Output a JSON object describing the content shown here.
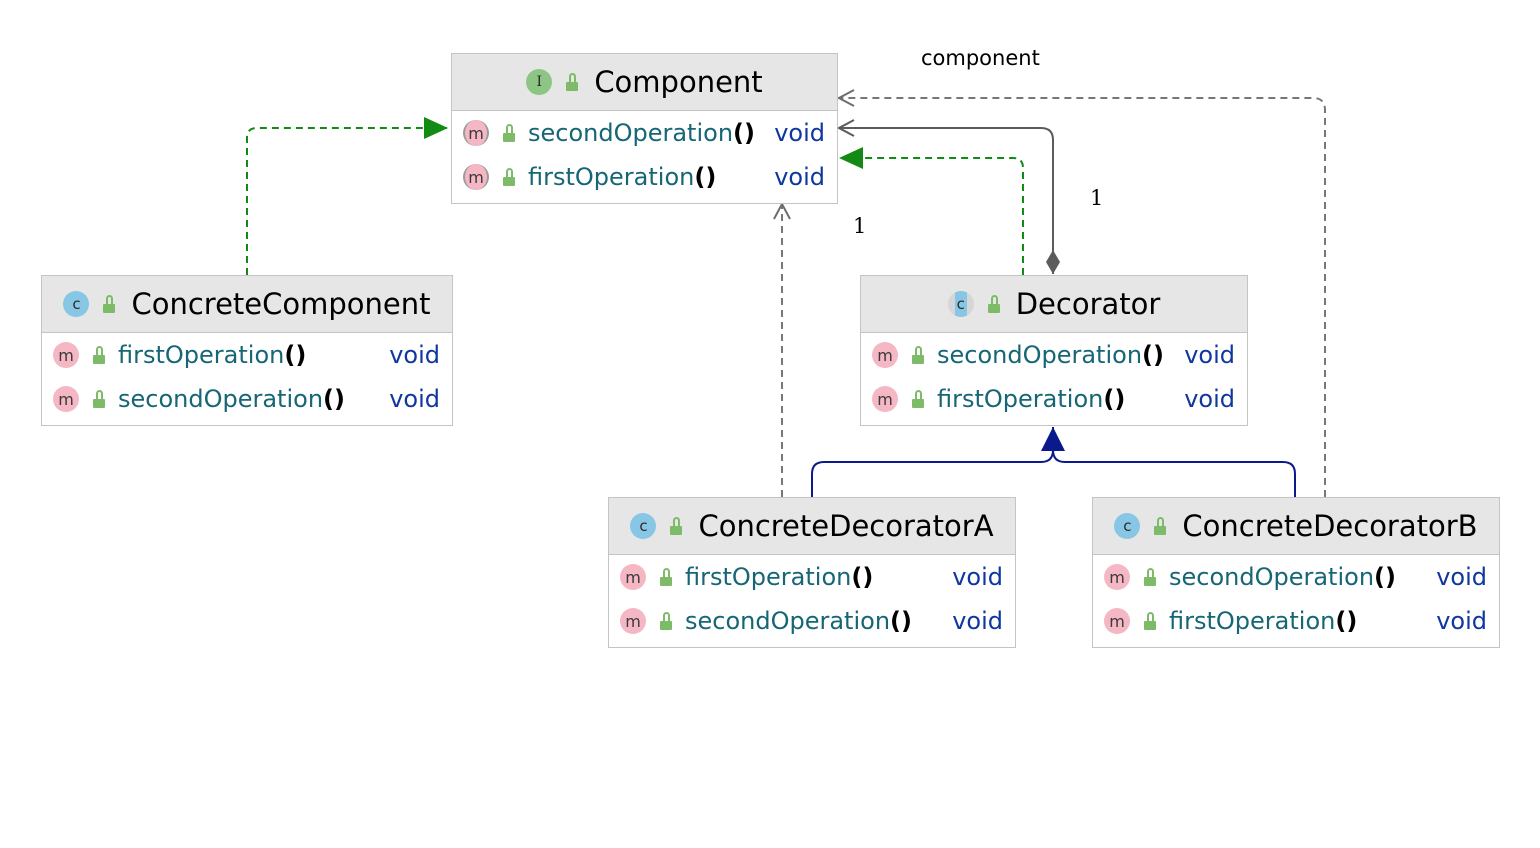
{
  "diagram": {
    "nodes": {
      "component": {
        "kind": "interface",
        "kind_letter": "I",
        "title": "Component",
        "methods": [
          {
            "name": "secondOperation",
            "parens": "()",
            "ret": "void",
            "abstract": true
          },
          {
            "name": "firstOperation",
            "parens": "()",
            "ret": "void",
            "abstract": true
          }
        ]
      },
      "concrete_component": {
        "kind": "class",
        "kind_letter": "C",
        "title": "ConcreteComponent",
        "methods": [
          {
            "name": "firstOperation",
            "parens": "()",
            "ret": "void"
          },
          {
            "name": "secondOperation",
            "parens": "()",
            "ret": "void"
          }
        ]
      },
      "decorator": {
        "kind": "abstract-class",
        "kind_letter": "C",
        "title": "Decorator",
        "methods": [
          {
            "name": "secondOperation",
            "parens": "()",
            "ret": "void"
          },
          {
            "name": "firstOperation",
            "parens": "()",
            "ret": "void"
          }
        ]
      },
      "concrete_decorator_a": {
        "kind": "class",
        "kind_letter": "C",
        "title": "ConcreteDecoratorA",
        "methods": [
          {
            "name": "firstOperation",
            "parens": "()",
            "ret": "void"
          },
          {
            "name": "secondOperation",
            "parens": "()",
            "ret": "void"
          }
        ]
      },
      "concrete_decorator_b": {
        "kind": "class",
        "kind_letter": "C",
        "title": "ConcreteDecoratorB",
        "methods": [
          {
            "name": "secondOperation",
            "parens": "()",
            "ret": "void"
          },
          {
            "name": "firstOperation",
            "parens": "()",
            "ret": "void"
          }
        ]
      }
    },
    "edges": [
      {
        "id": "cc-implements-component",
        "type": "realization",
        "from": "ConcreteComponent",
        "to": "Component"
      },
      {
        "id": "decorator-implements-component",
        "type": "realization",
        "from": "Decorator",
        "to": "Component"
      },
      {
        "id": "decorator-has-component",
        "type": "composition",
        "from": "Decorator",
        "to": "Component",
        "multiplicity": "1"
      },
      {
        "id": "cda-depends-component",
        "type": "dependency",
        "from": "ConcreteDecoratorA",
        "to": "Component",
        "multiplicity": "1"
      },
      {
        "id": "cdb-depends-component",
        "type": "dependency",
        "from": "ConcreteDecoratorB",
        "to": "Component",
        "label": "component"
      },
      {
        "id": "cda-extends-decorator",
        "type": "generalization",
        "from": "ConcreteDecoratorA",
        "to": "Decorator"
      },
      {
        "id": "cdb-extends-decorator",
        "type": "generalization",
        "from": "ConcreteDecoratorB",
        "to": "Decorator"
      }
    ],
    "colors": {
      "realization": "#138a13",
      "generalization": "#0a1a8c",
      "dependency": "#777777",
      "composition": "#5c5c5c",
      "header_bg": "#e6e6e6",
      "method_name": "#166676",
      "return_type": "#0f37a0"
    }
  }
}
